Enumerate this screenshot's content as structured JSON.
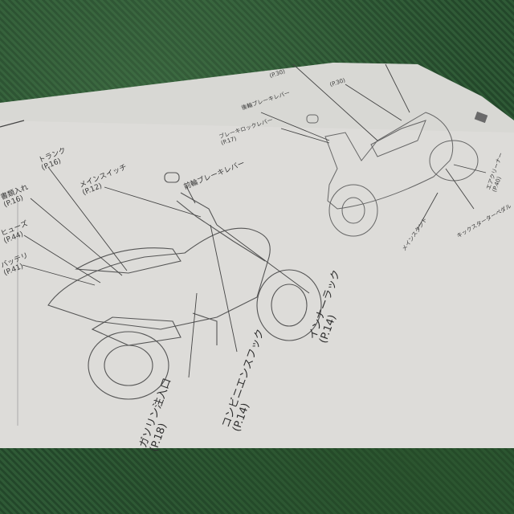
{
  "callouts": {
    "trunk": {
      "label": "トランク",
      "page": "(P.16)"
    },
    "document_holder": {
      "label": "書類入れ",
      "page": "(P.16)"
    },
    "fuse": {
      "label": "ヒューズ",
      "page": "(P.44)"
    },
    "battery": {
      "label": "バッテリ",
      "page": "(P.41)"
    },
    "main_switch": {
      "label": "メインスイッチ",
      "page": "(P.12)"
    },
    "front_brake_lever": {
      "label": "前輪ブレーキレバー"
    },
    "fuel_filler": {
      "label": "ガソリン注入口",
      "page": "(P.18)"
    },
    "convenience_hook": {
      "label": "コンビニエンスフック",
      "page": "(P.14)"
    },
    "inner_rack": {
      "label": "インナーラック",
      "page": "(P.14)"
    },
    "rear_brake_lever": {
      "label": "後輪ブレーキレバー"
    },
    "brake_lock_lever": {
      "label": "ブレーキロックレバー",
      "page": "(P.17)"
    },
    "main_stand": {
      "label": "メインスタンド"
    },
    "kick_starter_pedal": {
      "label": "キックスターターペダル"
    },
    "air_cleaner": {
      "label": "エアクリーナー",
      "page": "(P.40)"
    },
    "top_page_a": {
      "page": "(P.30)"
    },
    "top_page_b": {
      "page": "(P.30)"
    }
  }
}
